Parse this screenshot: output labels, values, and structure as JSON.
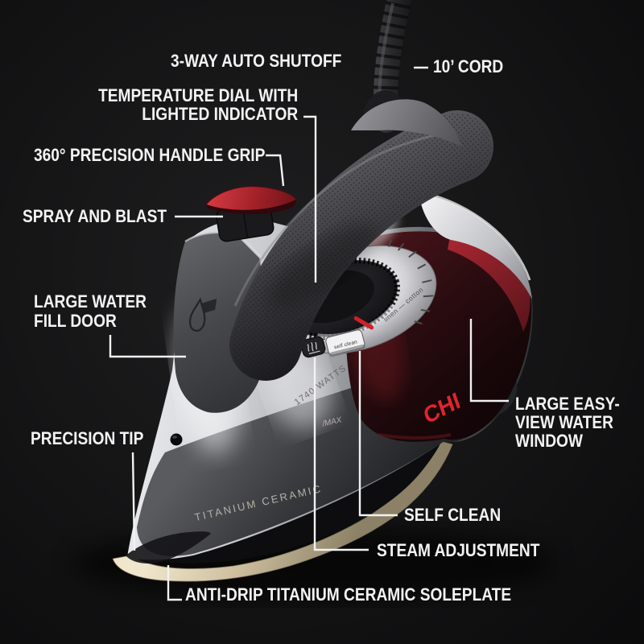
{
  "labels": {
    "auto_shutoff": "3-WAY AUTO SHUTOFF",
    "cord": "10’ CORD",
    "temperature_dial": [
      "TEMPERATURE DIAL WITH",
      "LIGHTED INDICATOR"
    ],
    "handle_grip": "360° PRECISION HANDLE GRIP",
    "spray_and_blast": "SPRAY AND BLAST",
    "water_fill_door": [
      "LARGE WATER",
      "FILL DOOR"
    ],
    "precision_tip": "PRECISION TIP",
    "water_window": [
      "LARGE EASY-",
      "VIEW WATER",
      "WINDOW"
    ],
    "self_clean": "SELF CLEAN",
    "steam_adjustment": "STEAM ADJUSTMENT",
    "soleplate": "ANTI-DRIP TITANIUM CERAMIC SOLEPLATE"
  },
  "product": {
    "brand": "CHI",
    "soleplate_material": "TITANIUM CERAMIC",
    "wattage": "1740 WATTS",
    "max_fill_mark": "/MAX",
    "dial_fabric_labels": "linen — cotton",
    "self_clean_button": "self clean"
  },
  "colors": {
    "label_text": "#f3f3f3",
    "callout_line": "#f2f2f2",
    "brand_red": "#e1242e",
    "spray_button_red": "#b02530",
    "water_window_maroon": "#3a1016",
    "soleplate_gold": "#cfc0a0",
    "background": "#151516"
  }
}
